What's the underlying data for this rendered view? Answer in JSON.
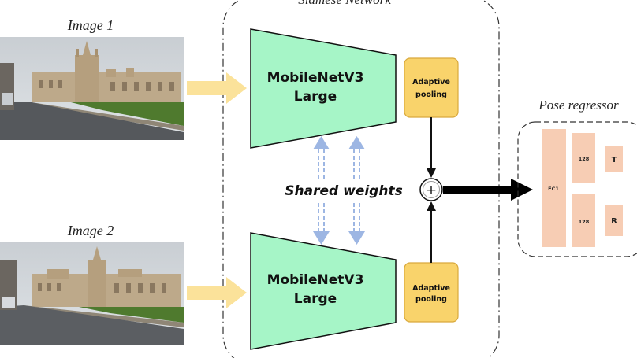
{
  "siamese_network": {
    "title": "Siamese Network"
  },
  "inputs": [
    {
      "label": "Image 1"
    },
    {
      "label": "Image 2"
    }
  ],
  "encoders": [
    {
      "line1": "MobileNetV3",
      "line2": "Large"
    },
    {
      "line1": "MobileNetV3",
      "line2": "Large"
    }
  ],
  "pooling": [
    {
      "line1": "Adaptive",
      "line2": "pooling"
    },
    {
      "line1": "Adaptive",
      "line2": "pooling"
    }
  ],
  "shared_weights": {
    "label": "Shared weights"
  },
  "combine": {
    "symbol": "+"
  },
  "pose_regressor": {
    "title": "Pose regressor",
    "fc1": "FC1",
    "hidden_top": "128",
    "hidden_bottom": "128",
    "out_t": "T",
    "out_r": "R"
  },
  "colors": {
    "encoder_fill": "#a6f5c7",
    "pooling_fill": "#f9d36b",
    "pooling_stroke": "#d9a93c",
    "input_arrow": "#fbe29a",
    "shared_arrow": "#9db6e3",
    "regressor_fill": "#f7cdb4"
  }
}
